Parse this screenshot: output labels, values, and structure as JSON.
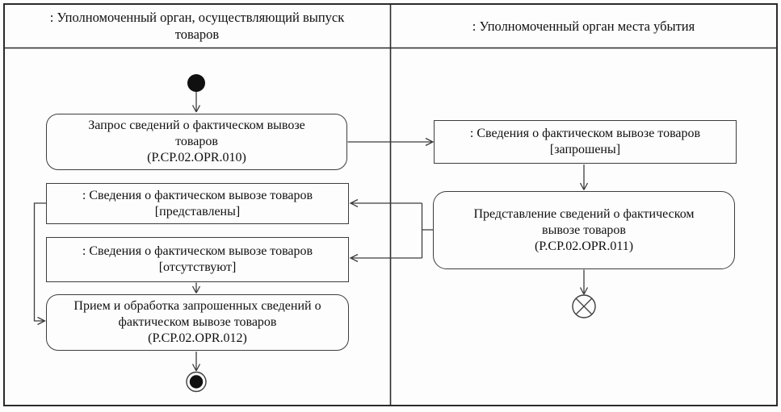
{
  "lanes": {
    "left": {
      "title": ": Уполномоченный орган, осуществляющий выпуск\nтоваров"
    },
    "right": {
      "title": ": Уполномоченный орган места убытия"
    }
  },
  "nodes": {
    "request": {
      "text": "Запрос сведений о фактическом вывозе\nтоваров\n(P.CP.02.OPR.010)"
    },
    "info_requested": {
      "text": ": Сведения о фактическом вывозе товаров\n[запрошены]"
    },
    "provide": {
      "text": "Представление сведений о фактическом\nвывозе товаров\n(P.CP.02.OPR.011)"
    },
    "info_provided": {
      "text": ": Сведения о фактическом вывозе товаров\n[представлены]"
    },
    "info_absent": {
      "text": ": Сведения о фактическом вывозе товаров\n[отсутствуют]"
    },
    "receive": {
      "text": "Прием и обработка запрошенных сведений о\nфактическом вывозе товаров\n(P.CP.02.OPR.012)"
    }
  },
  "colors": {
    "line": "#3d3d3d",
    "frame": "#2b2b2b",
    "text": "#101010",
    "background": "#fdfdfd"
  }
}
